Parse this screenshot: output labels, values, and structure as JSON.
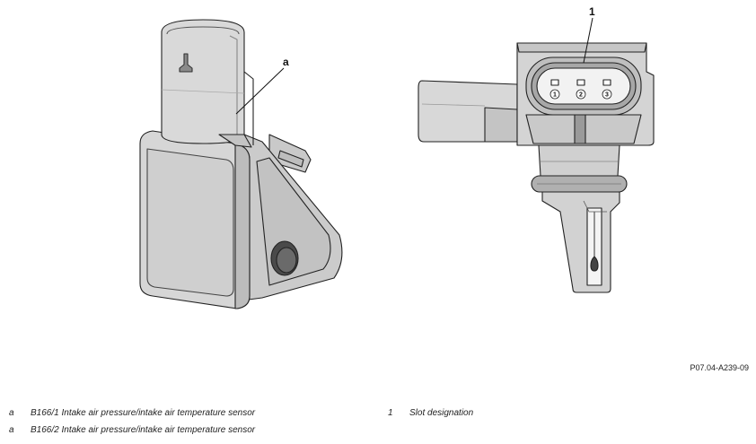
{
  "callouts": {
    "a": "a",
    "one": "1"
  },
  "pins": [
    "1",
    "2",
    "3"
  ],
  "figure_code": "P07.04-A239-09",
  "legend": [
    {
      "key": "a",
      "text": "B166/1 Intake air pressure/intake air temperature sensor"
    },
    {
      "key": "a",
      "text": "B166/2 Intake air pressure/intake air temperature sensor"
    },
    {
      "key": "1",
      "text": "Slot designation"
    }
  ]
}
